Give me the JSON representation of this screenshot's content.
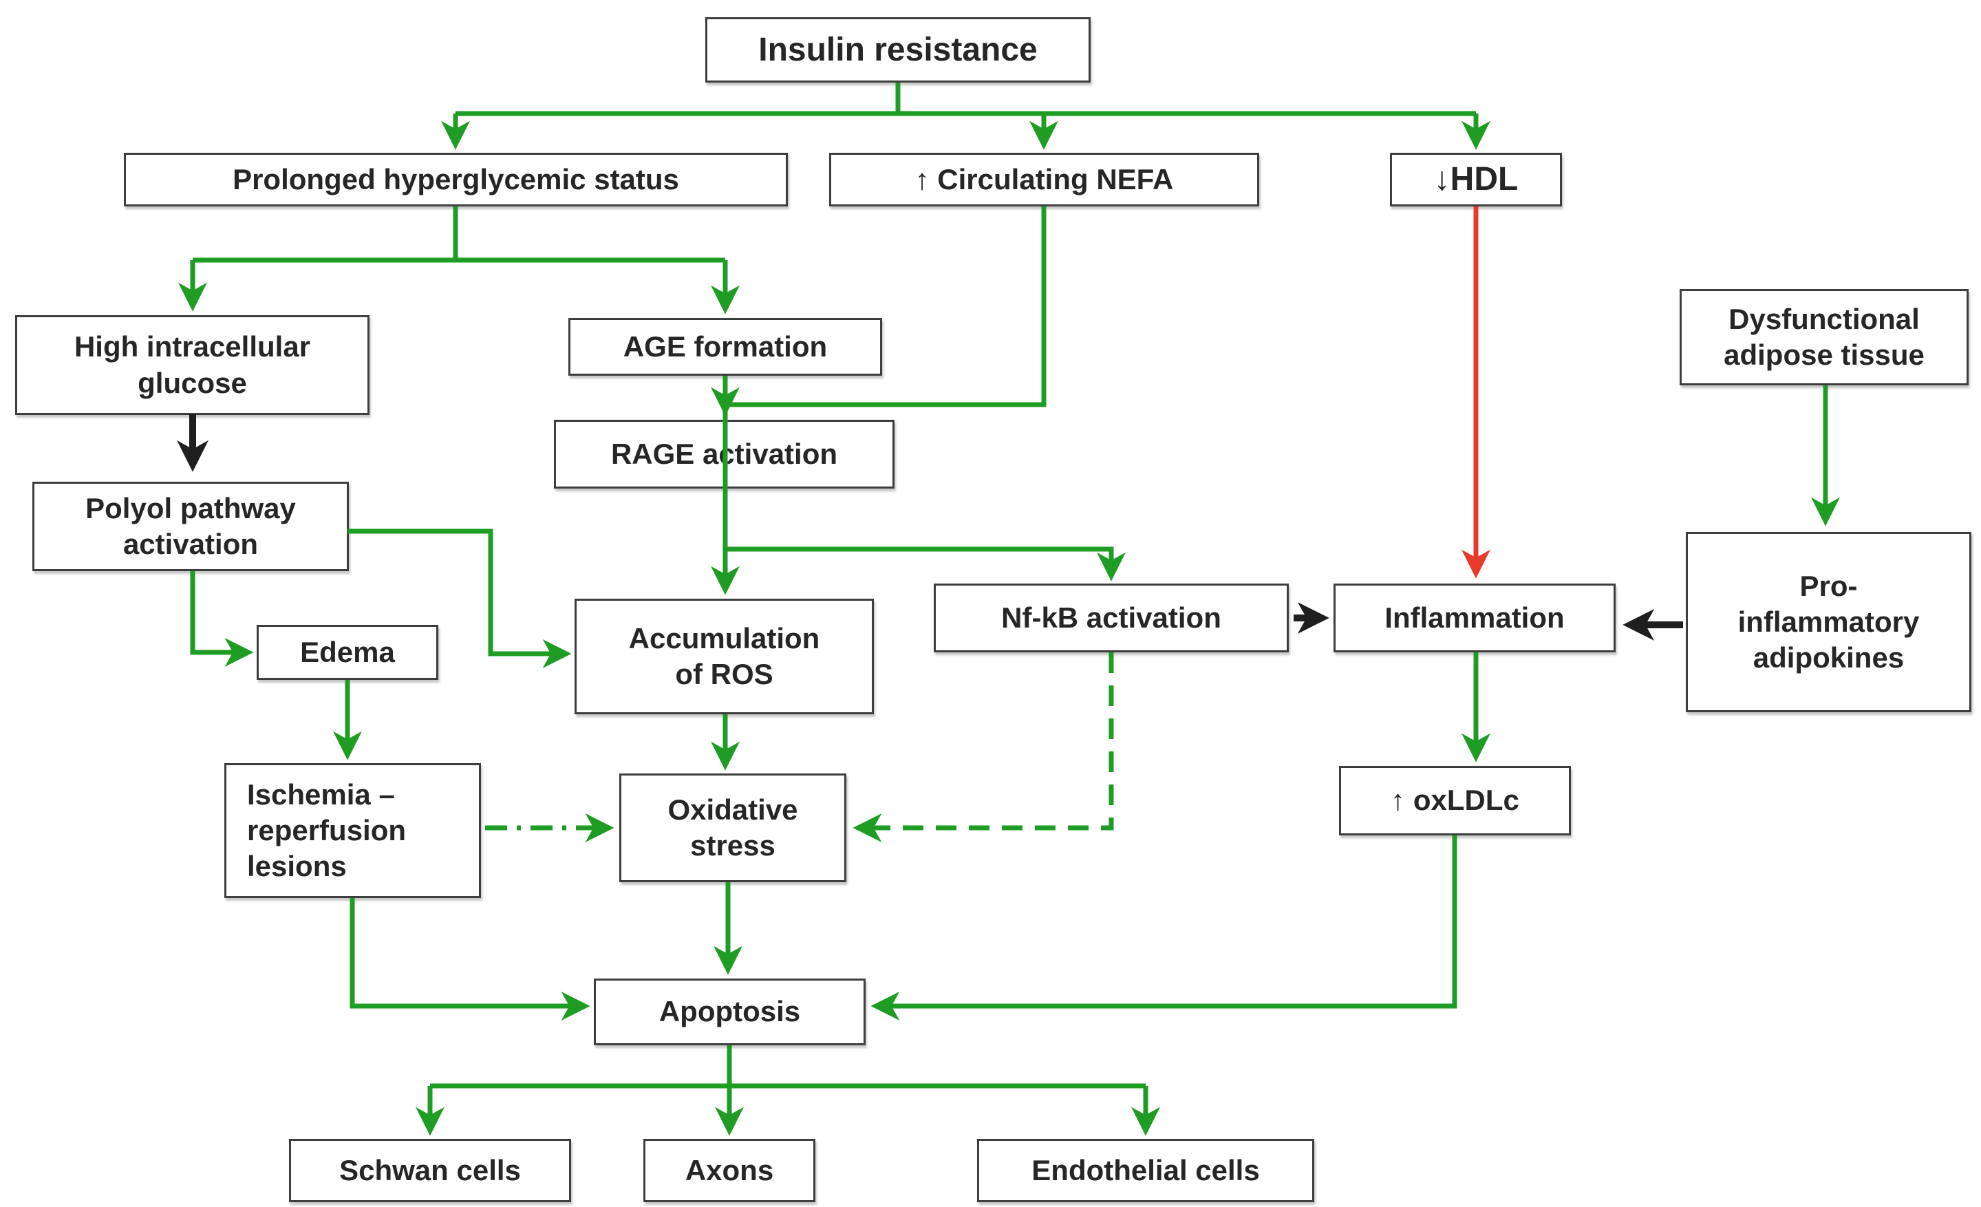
{
  "diagram": {
    "nodes": {
      "insulin": {
        "label": "Insulin resistance"
      },
      "prolonged": {
        "label": "Prolonged hyperglycemic status"
      },
      "nefa": {
        "label": "↑ Circulating NEFA"
      },
      "hdl": {
        "label": "↓HDL"
      },
      "high_glucose": {
        "label": "High intracellular\nglucose"
      },
      "age": {
        "label": "AGE formation"
      },
      "rage": {
        "label": "RAGE activation"
      },
      "polyol": {
        "label": "Polyol pathway\nactivation"
      },
      "edema": {
        "label": "Edema"
      },
      "ros": {
        "label": "Accumulation\nof ROS"
      },
      "nfkb": {
        "label": "Nf-kB activation"
      },
      "inflammation": {
        "label": "Inflammation"
      },
      "dysfunctional": {
        "label": "Dysfunctional\nadipose tissue"
      },
      "adipokines": {
        "label": "Pro-\ninflammatory\nadipokines"
      },
      "ischemia": {
        "label": "Ischemia –\nreperfusion\nlesions"
      },
      "oxidative": {
        "label": "Oxidative\nstress"
      },
      "oxldlc": {
        "label": "↑ oxLDLc"
      },
      "apoptosis": {
        "label": "Apoptosis"
      },
      "schwan": {
        "label": "Schwan cells"
      },
      "axons": {
        "label": "Axons"
      },
      "endothelial": {
        "label": "Endothelial cells"
      }
    },
    "edges": [
      {
        "from": "insulin",
        "to": "prolonged",
        "color": "green",
        "style": "solid"
      },
      {
        "from": "insulin",
        "to": "nefa",
        "color": "green",
        "style": "solid"
      },
      {
        "from": "insulin",
        "to": "hdl",
        "color": "green",
        "style": "solid"
      },
      {
        "from": "prolonged",
        "to": "high_glucose",
        "color": "green",
        "style": "solid"
      },
      {
        "from": "prolonged",
        "to": "age",
        "color": "green",
        "style": "solid"
      },
      {
        "from": "high_glucose",
        "to": "polyol",
        "color": "black",
        "style": "solid"
      },
      {
        "from": "age",
        "to": "rage",
        "color": "green",
        "style": "solid"
      },
      {
        "from": "nefa",
        "to": "rage",
        "color": "green",
        "style": "solid"
      },
      {
        "from": "rage",
        "to": "ros",
        "color": "green",
        "style": "solid"
      },
      {
        "from": "rage",
        "to": "nfkb",
        "color": "green",
        "style": "solid"
      },
      {
        "from": "polyol",
        "to": "ros",
        "color": "green",
        "style": "solid"
      },
      {
        "from": "polyol",
        "to": "edema",
        "color": "green",
        "style": "solid"
      },
      {
        "from": "edema",
        "to": "ischemia",
        "color": "green",
        "style": "solid"
      },
      {
        "from": "ros",
        "to": "oxidative",
        "color": "green",
        "style": "solid"
      },
      {
        "from": "ischemia",
        "to": "oxidative",
        "color": "green",
        "style": "dash-dot"
      },
      {
        "from": "nfkb",
        "to": "oxidative",
        "color": "green",
        "style": "dashed"
      },
      {
        "from": "nfkb",
        "to": "inflammation",
        "color": "black",
        "style": "solid"
      },
      {
        "from": "hdl",
        "to": "inflammation",
        "color": "red",
        "style": "solid"
      },
      {
        "from": "adipokines",
        "to": "inflammation",
        "color": "black",
        "style": "solid"
      },
      {
        "from": "dysfunctional",
        "to": "adipokines",
        "color": "green",
        "style": "solid"
      },
      {
        "from": "inflammation",
        "to": "oxldlc",
        "color": "green",
        "style": "solid"
      },
      {
        "from": "oxidative",
        "to": "apoptosis",
        "color": "green",
        "style": "solid"
      },
      {
        "from": "ischemia",
        "to": "apoptosis",
        "color": "green",
        "style": "solid"
      },
      {
        "from": "oxldlc",
        "to": "apoptosis",
        "color": "green",
        "style": "solid"
      },
      {
        "from": "apoptosis",
        "to": "schwan",
        "color": "green",
        "style": "solid"
      },
      {
        "from": "apoptosis",
        "to": "axons",
        "color": "green",
        "style": "solid"
      },
      {
        "from": "apoptosis",
        "to": "endothelial",
        "color": "green",
        "style": "solid"
      }
    ],
    "colors": {
      "green": "#1e9c23",
      "red": "#e8392c",
      "black": "#1f1f1f",
      "border": "#3e3e3e",
      "text": "#262626",
      "bg": "#ffffff"
    }
  }
}
